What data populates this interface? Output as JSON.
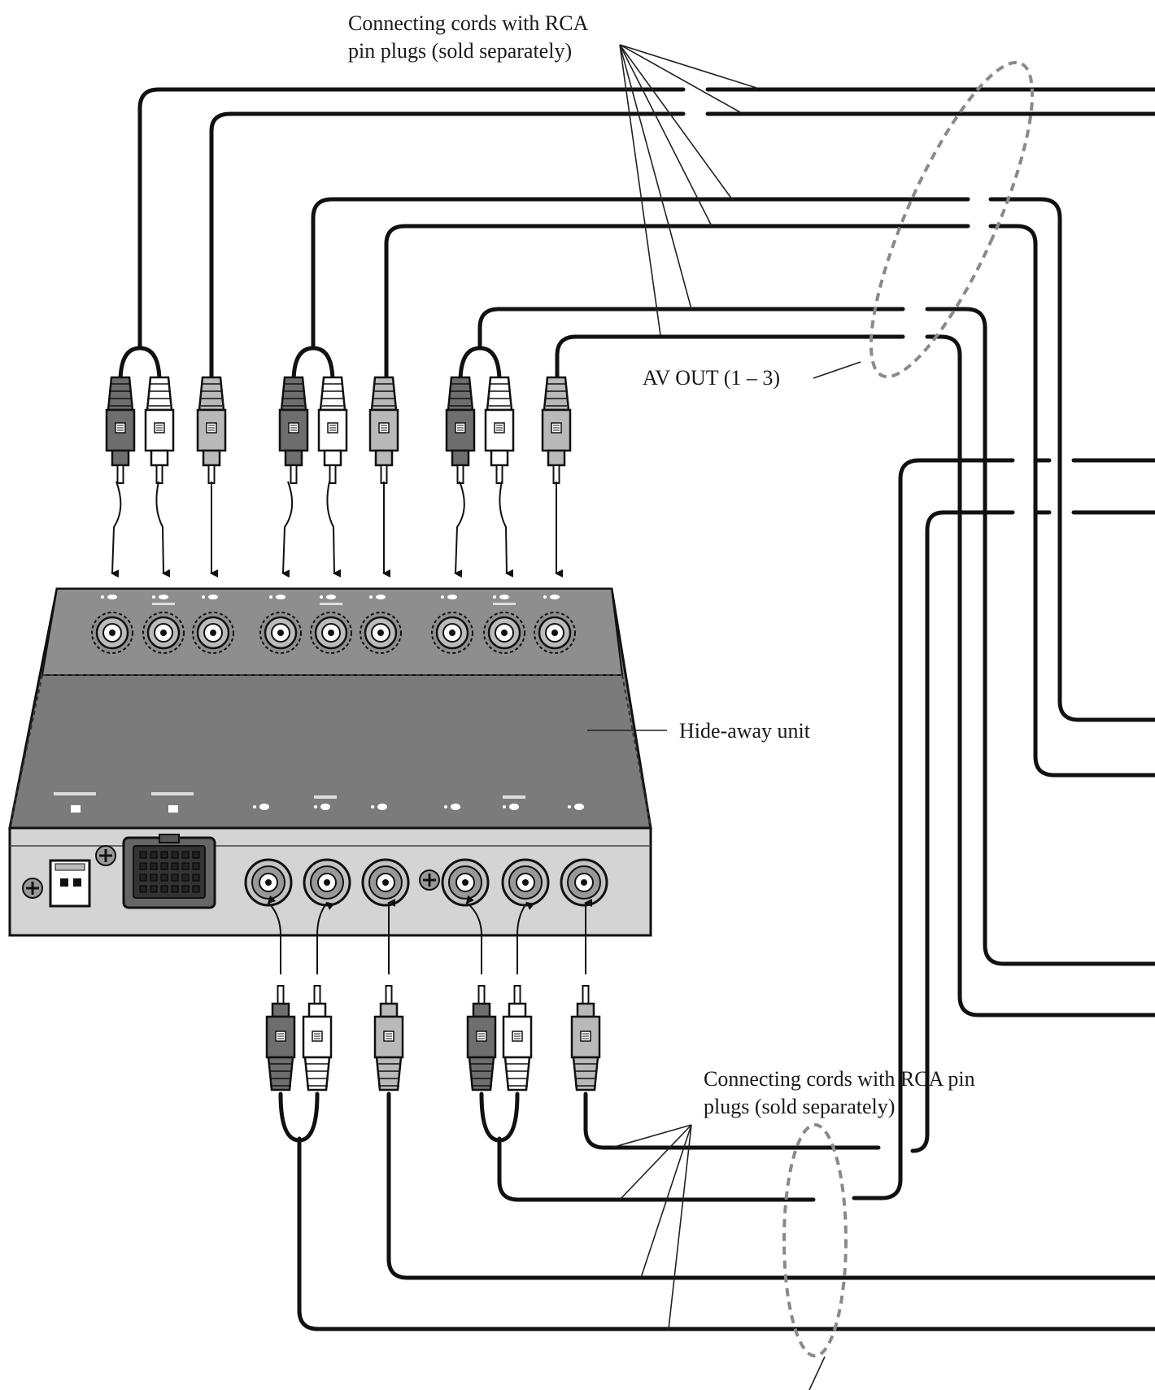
{
  "labels": {
    "cords_top_line1": "Connecting cords with RCA",
    "cords_top_line2": "pin plugs (sold separately)",
    "av_out": "AV OUT (1 – 3)",
    "hide_away_unit": "Hide-away unit",
    "cords_bottom_line1": "Connecting cords with RCA pin",
    "cords_bottom_line2": "plugs (sold separately)"
  },
  "colors": {
    "line": "#111111",
    "unit_top": "#7b7b7b",
    "unit_panel": "#8e8e8e",
    "unit_front": "#d4d4d4",
    "plug_dark": "#6e6e6e",
    "plug_white": "#ffffff",
    "plug_gray": "#b9b9b9",
    "group_ellipse": "#8a8a8a"
  },
  "plugs": {
    "top": [
      "dark",
      "white",
      "gray",
      "dark",
      "white",
      "gray",
      "dark",
      "white",
      "gray"
    ],
    "bottom": [
      "dark",
      "white",
      "gray",
      "dark",
      "white",
      "gray"
    ]
  },
  "icons": [
    "rca-plug-icon",
    "rca-jack-icon",
    "multi-pin-connector-icon",
    "power-connector-icon",
    "screw-icon"
  ]
}
